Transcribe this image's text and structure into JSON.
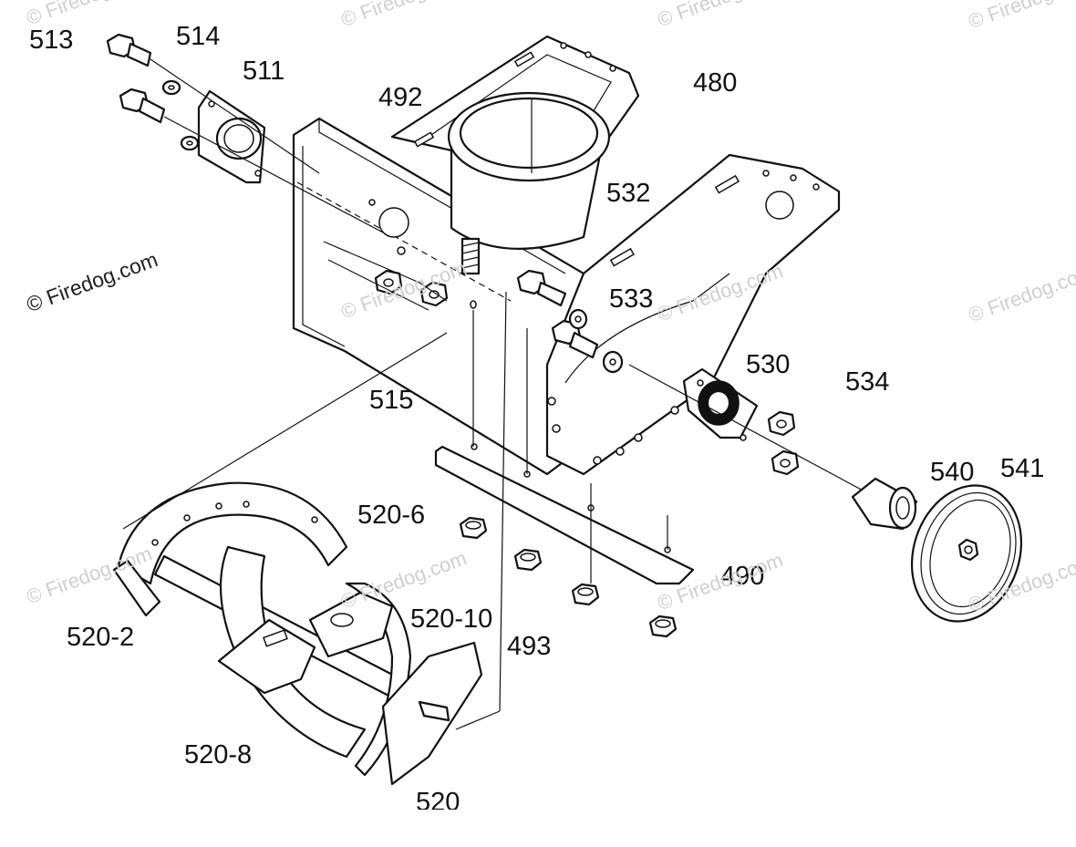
{
  "diagram": {
    "watermark_main": "© Firedog.com",
    "watermark_faint": "© Firedog.com",
    "labels": {
      "p513": "513",
      "p514": "514",
      "p511": "511",
      "p492": "492",
      "p480": "480",
      "p532": "532",
      "p533": "533",
      "p515": "515",
      "p530": "530",
      "p534": "534",
      "p540": "540",
      "p541": "541",
      "p520_6": "520-6",
      "p490": "490",
      "p520_2": "520-2",
      "p520_10": "520-10",
      "p493": "493",
      "p520_8": "520-8",
      "p520": "520"
    }
  }
}
